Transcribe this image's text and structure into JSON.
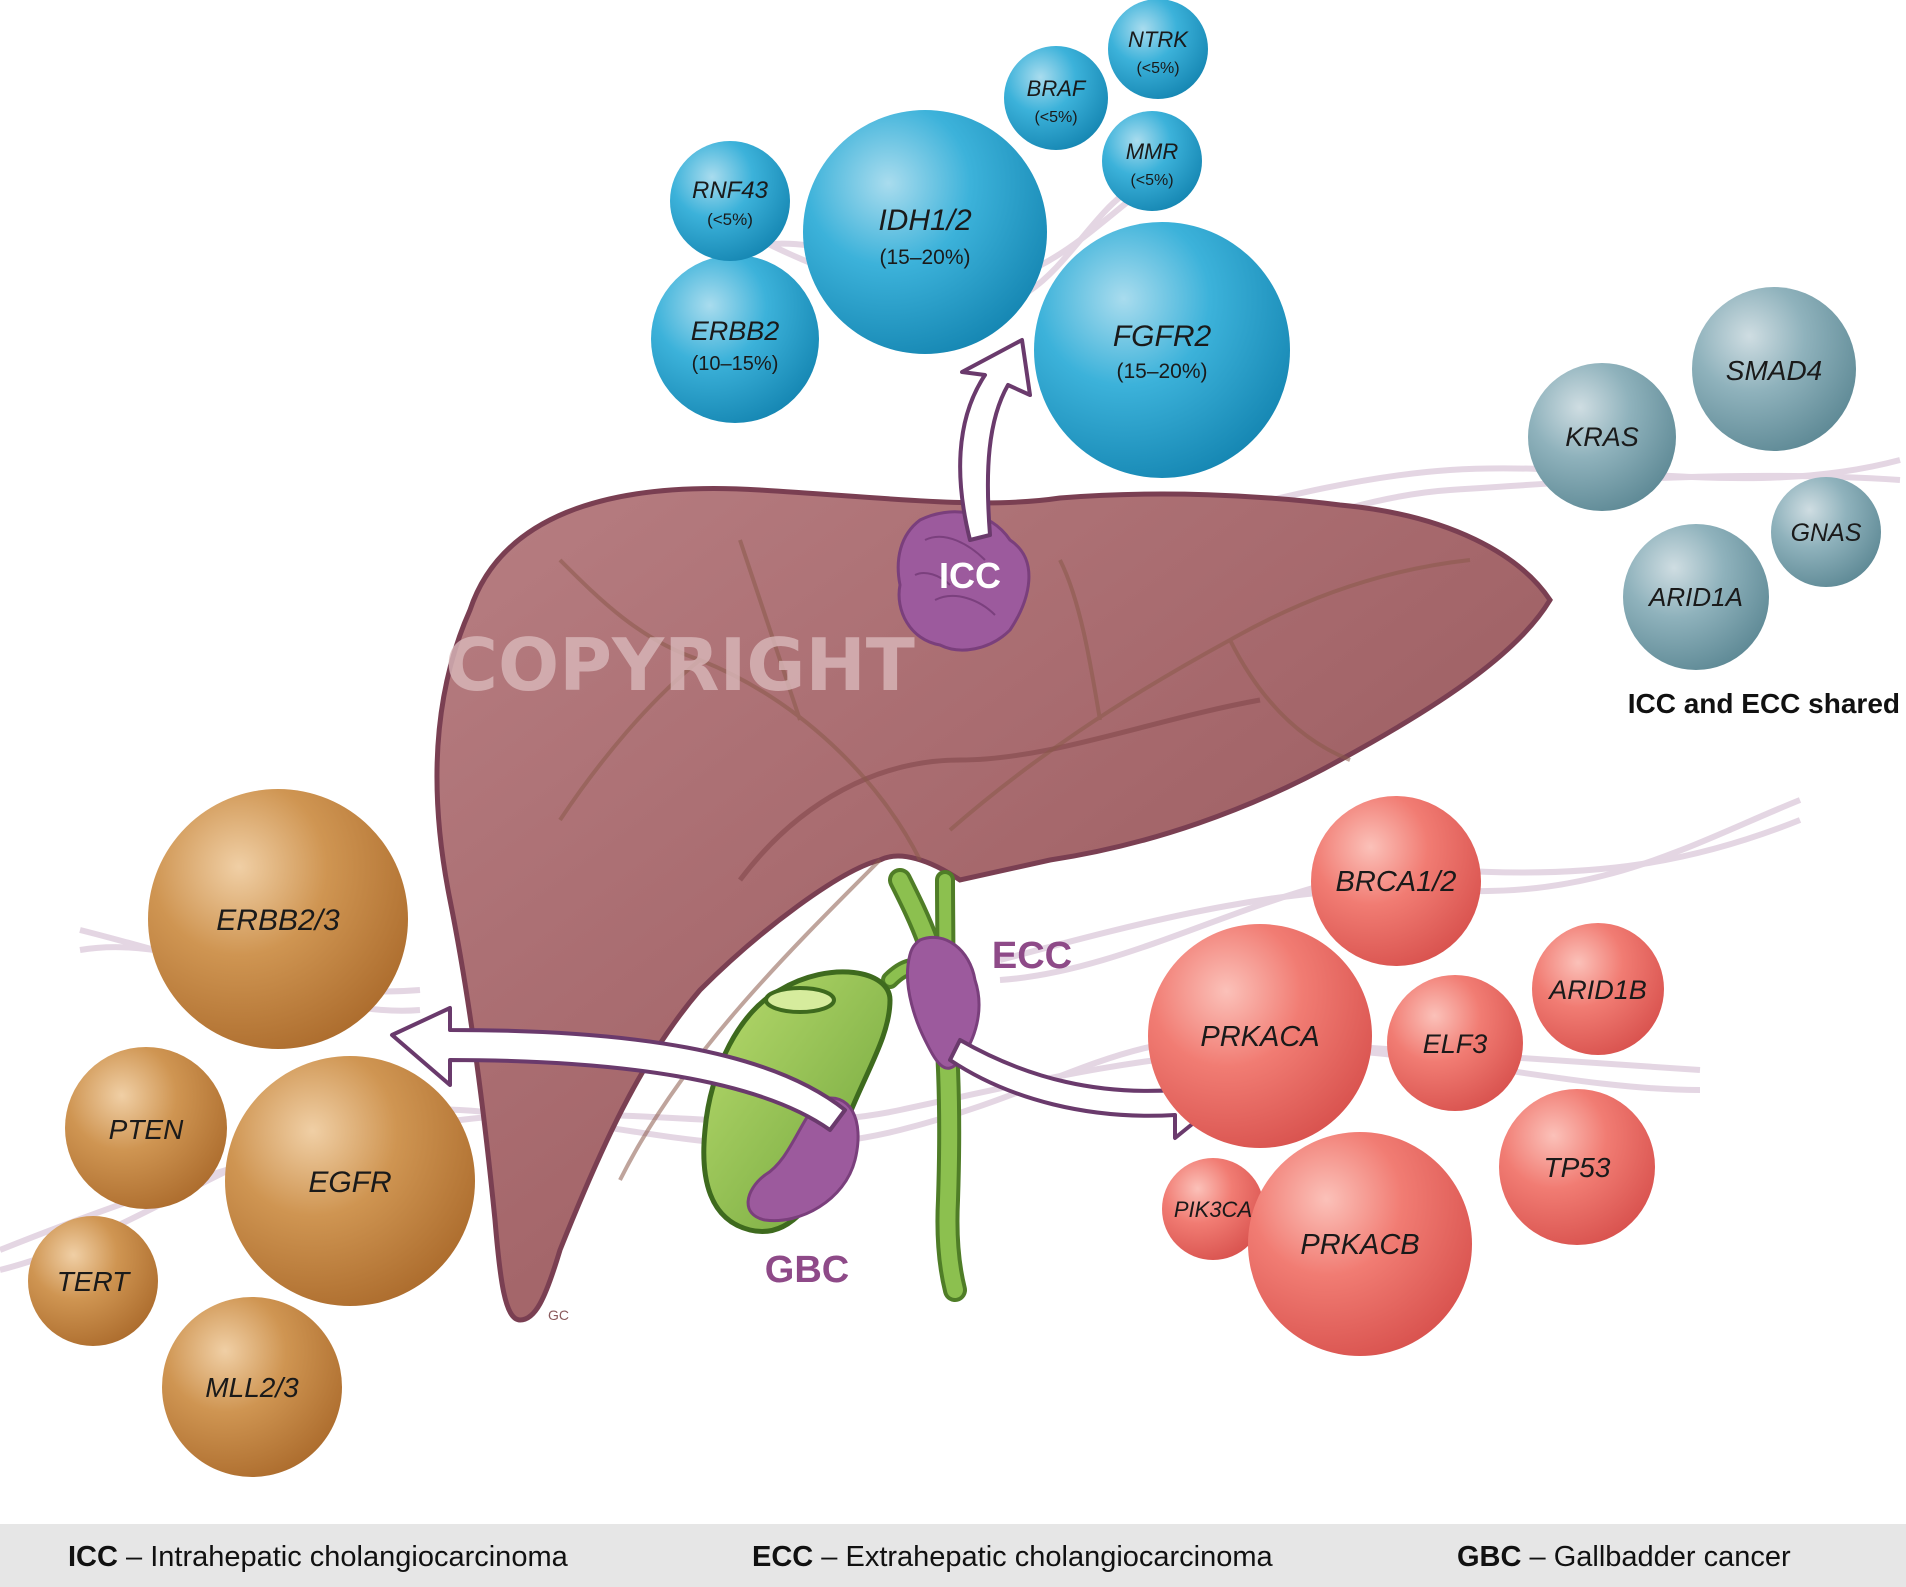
{
  "liver": {
    "watermark": "COPYRIGHT",
    "artist_initials": "GC"
  },
  "sites": {
    "icc": {
      "abbr": "ICC",
      "color": "#ffffff"
    },
    "ecc": {
      "abbr": "ECC",
      "color": "#8e4a88"
    },
    "gbc": {
      "abbr": "GBC",
      "color": "#8e4a88"
    }
  },
  "groups": {
    "icc": {
      "color": "#20a3cf",
      "genes": [
        {
          "name": "IDH1/2",
          "pct": "(15–20%)"
        },
        {
          "name": "FGFR2",
          "pct": "(15–20%)"
        },
        {
          "name": "ERBB2",
          "pct": "(10–15%)"
        },
        {
          "name": "RNF43",
          "pct": "(<5%)"
        },
        {
          "name": "BRAF",
          "pct": "(<5%)"
        },
        {
          "name": "NTRK",
          "pct": "(<5%)"
        },
        {
          "name": "MMR",
          "pct": "(<5%)"
        }
      ]
    },
    "shared": {
      "color": "#7fa6b1",
      "caption": "ICC and ECC shared",
      "genes": [
        {
          "name": "KRAS"
        },
        {
          "name": "SMAD4"
        },
        {
          "name": "GNAS"
        },
        {
          "name": "ARID1A"
        }
      ]
    },
    "ecc": {
      "color": "#ee6b64",
      "genes": [
        {
          "name": "BRCA1/2"
        },
        {
          "name": "ARID1B"
        },
        {
          "name": "PRKACA"
        },
        {
          "name": "ELF3"
        },
        {
          "name": "TP53"
        },
        {
          "name": "PIK3CA"
        },
        {
          "name": "PRKACB"
        }
      ]
    },
    "gbc": {
      "color": "#c98a45",
      "genes": [
        {
          "name": "ERBB2/3"
        },
        {
          "name": "PTEN"
        },
        {
          "name": "EGFR"
        },
        {
          "name": "TERT"
        },
        {
          "name": "MLL2/3"
        }
      ]
    }
  },
  "legend": [
    {
      "abbr": "ICC",
      "text": "– Intrahepatic cholangiocarcinoma"
    },
    {
      "abbr": "ECC",
      "text": "– Extrahepatic cholangiocarcinoma"
    },
    {
      "abbr": "GBC",
      "text": "– Gallbadder cancer"
    }
  ]
}
